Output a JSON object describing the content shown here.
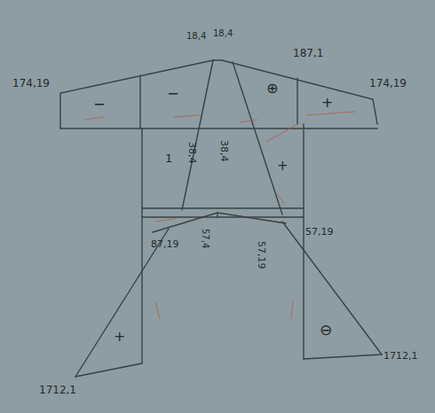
{
  "diagram": {
    "labels": [
      "174,19",
      "18,4",
      "18,4",
      "187,1",
      "174,19",
      "−",
      "−",
      "⊕",
      "+",
      "38,4",
      "38,4",
      "1",
      "+",
      "57,4",
      "87,19",
      "57,19",
      "57,19",
      "+",
      "⊖",
      "1712,1",
      "1712,1"
    ]
  }
}
